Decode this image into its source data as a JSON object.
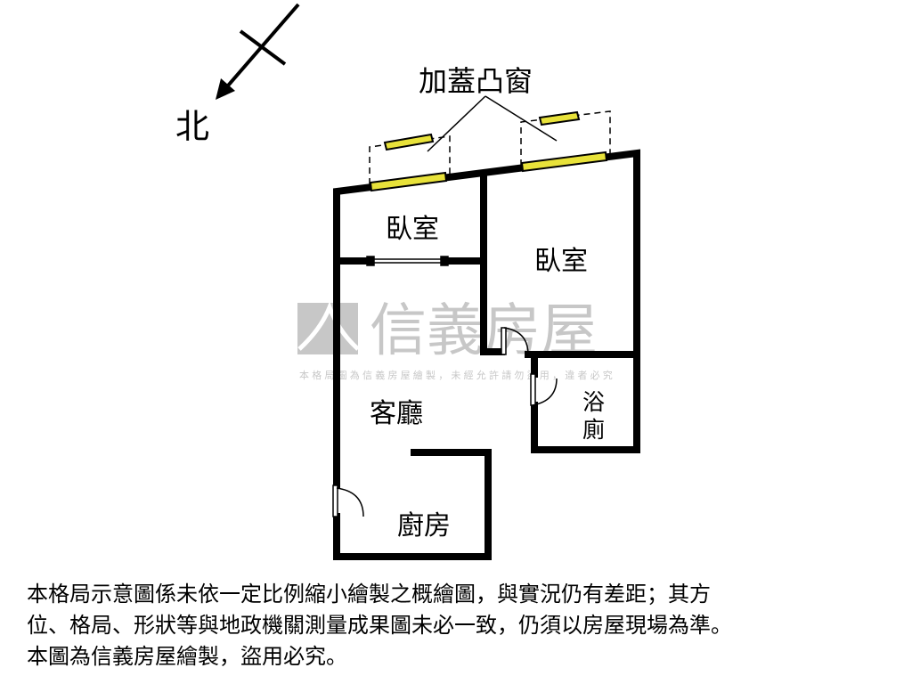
{
  "compass": {
    "north_label": "北"
  },
  "annotation": {
    "bay_window": "加蓋凸窗"
  },
  "rooms": {
    "bedroom_1": "臥室",
    "bedroom_2": "臥室",
    "living_room": "客廳",
    "bathroom_line1": "浴",
    "bathroom_line2": "廁",
    "kitchen": "廚房"
  },
  "watermark": {
    "brand": "信義房屋",
    "notice": "本格局圖為信義房屋繪製，未經允許請勿盜用，違者必究"
  },
  "disclaimer": {
    "lines": [
      "本格局示意圖係未依一定比例縮小繪製之概繪圖，與實況仍有差距；其方",
      "位、格局、形狀等與地政機關測量成果圖未必一致，仍須以房屋現場為準。",
      "本圖為信義房屋繪製，盜用必究。"
    ]
  },
  "colors": {
    "wall": "#000000",
    "window": "#e8e23a",
    "watermark": "#9a9a9a"
  }
}
